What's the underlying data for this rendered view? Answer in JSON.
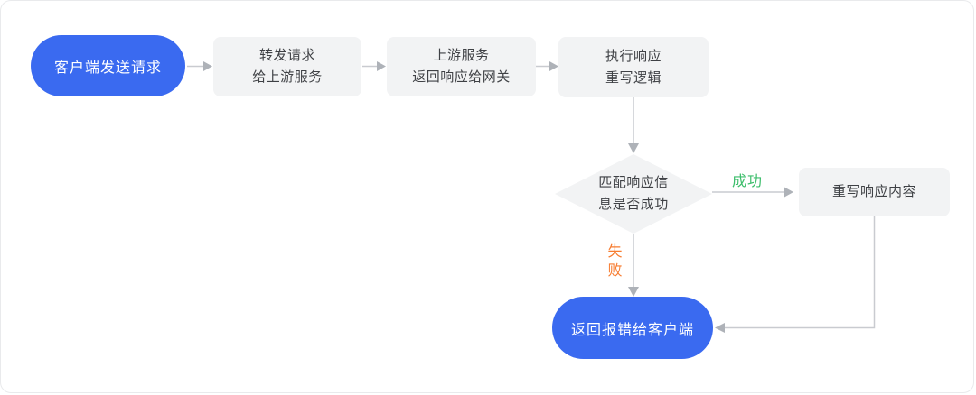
{
  "colors": {
    "canvas_bg": "#ffffff",
    "canvas_border": "#e9eaec",
    "blue": "#3a6af0",
    "white": "#ffffff",
    "node_bg": "#f2f3f4",
    "node_text": "#3f4145",
    "line": "#c9cbd0",
    "arrow": "#aeb2b8",
    "success": "#3ebe6c",
    "fail": "#f77c30"
  },
  "nodes": {
    "start": {
      "label": "客户端发送请求"
    },
    "forward": {
      "line1": "转发请求",
      "line2": "给上游服务"
    },
    "upstream": {
      "line1": "上游服务",
      "line2": "返回响应给网关"
    },
    "execute": {
      "line1": "执行响应",
      "line2": "重写逻辑"
    },
    "decision": {
      "line1": "匹配响应信",
      "line2": "息是否成功"
    },
    "rewrite": {
      "label": "重写响应内容"
    },
    "error": {
      "label": "返回报错给客户端"
    }
  },
  "edge_labels": {
    "success": "成功",
    "fail": "失败"
  }
}
